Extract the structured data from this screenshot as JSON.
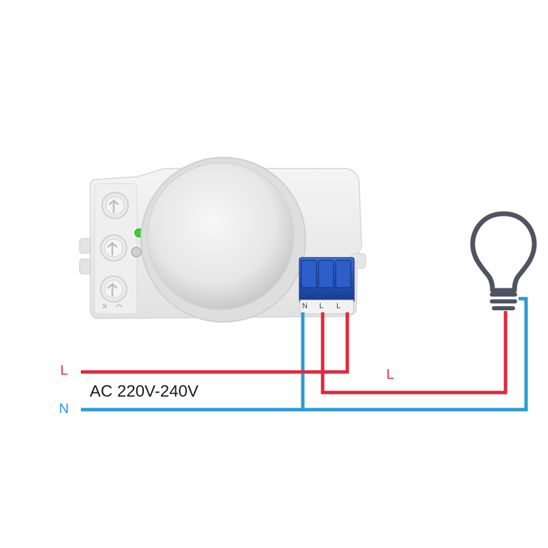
{
  "labels": {
    "line_in": "L",
    "neutral": "N",
    "line_out": "L",
    "supply": "AC 220V-240V"
  },
  "terminals": [
    "N",
    "L",
    "L"
  ],
  "colors": {
    "live": "#e0283c",
    "neutral": "#2a9bd6",
    "terminal_block": "#1f4fb8",
    "housing": "#eeeeee",
    "lens": "#ededed",
    "led": "#3ccf2a",
    "bulb_outline": "#4f5463"
  },
  "icons": [
    "motion-sensor-device",
    "light-bulb-icon",
    "led-indicator",
    "adjustment-knob-icon"
  ]
}
